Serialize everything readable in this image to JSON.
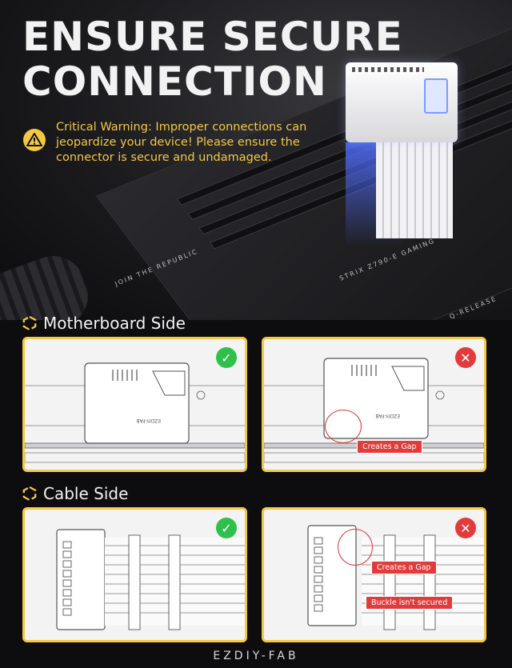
{
  "headline": {
    "line1": "ENSURE SECURE",
    "line2": "CONNECTION"
  },
  "warning": {
    "text": "Critical Warning: Improper connections can jeopardize your device! Please ensure the connector is secure and undamaged."
  },
  "motherboard_text": {
    "slogan": "JOIN THE REPUBLIC",
    "model": "STRIX Z790-E GAMING",
    "release": "Q-RELEASE"
  },
  "sections": {
    "motherboard": {
      "title": "Motherboard Side"
    },
    "cable": {
      "title": "Cable Side"
    }
  },
  "panels": {
    "mb_good": {
      "status": "ok",
      "connector_label": "EZDIY-FAB"
    },
    "mb_bad": {
      "status": "bad",
      "connector_label": "EZDIY-FAB",
      "callout": "Creates a Gap"
    },
    "cable_good": {
      "status": "ok"
    },
    "cable_bad": {
      "status": "bad",
      "callout_gap": "Creates a Gap",
      "callout_buckle": "Buckle isn't secured"
    }
  },
  "colors": {
    "accent": "#f5c842",
    "ok": "#2fbf4a",
    "bad": "#e23b3b",
    "background": "#0d0d0f"
  },
  "icons": {
    "warning": "warning-triangle-icon",
    "section": "hexagon-ring-icon",
    "ok": "check-icon",
    "bad": "x-icon"
  },
  "brand": "EZDIY-FAB"
}
